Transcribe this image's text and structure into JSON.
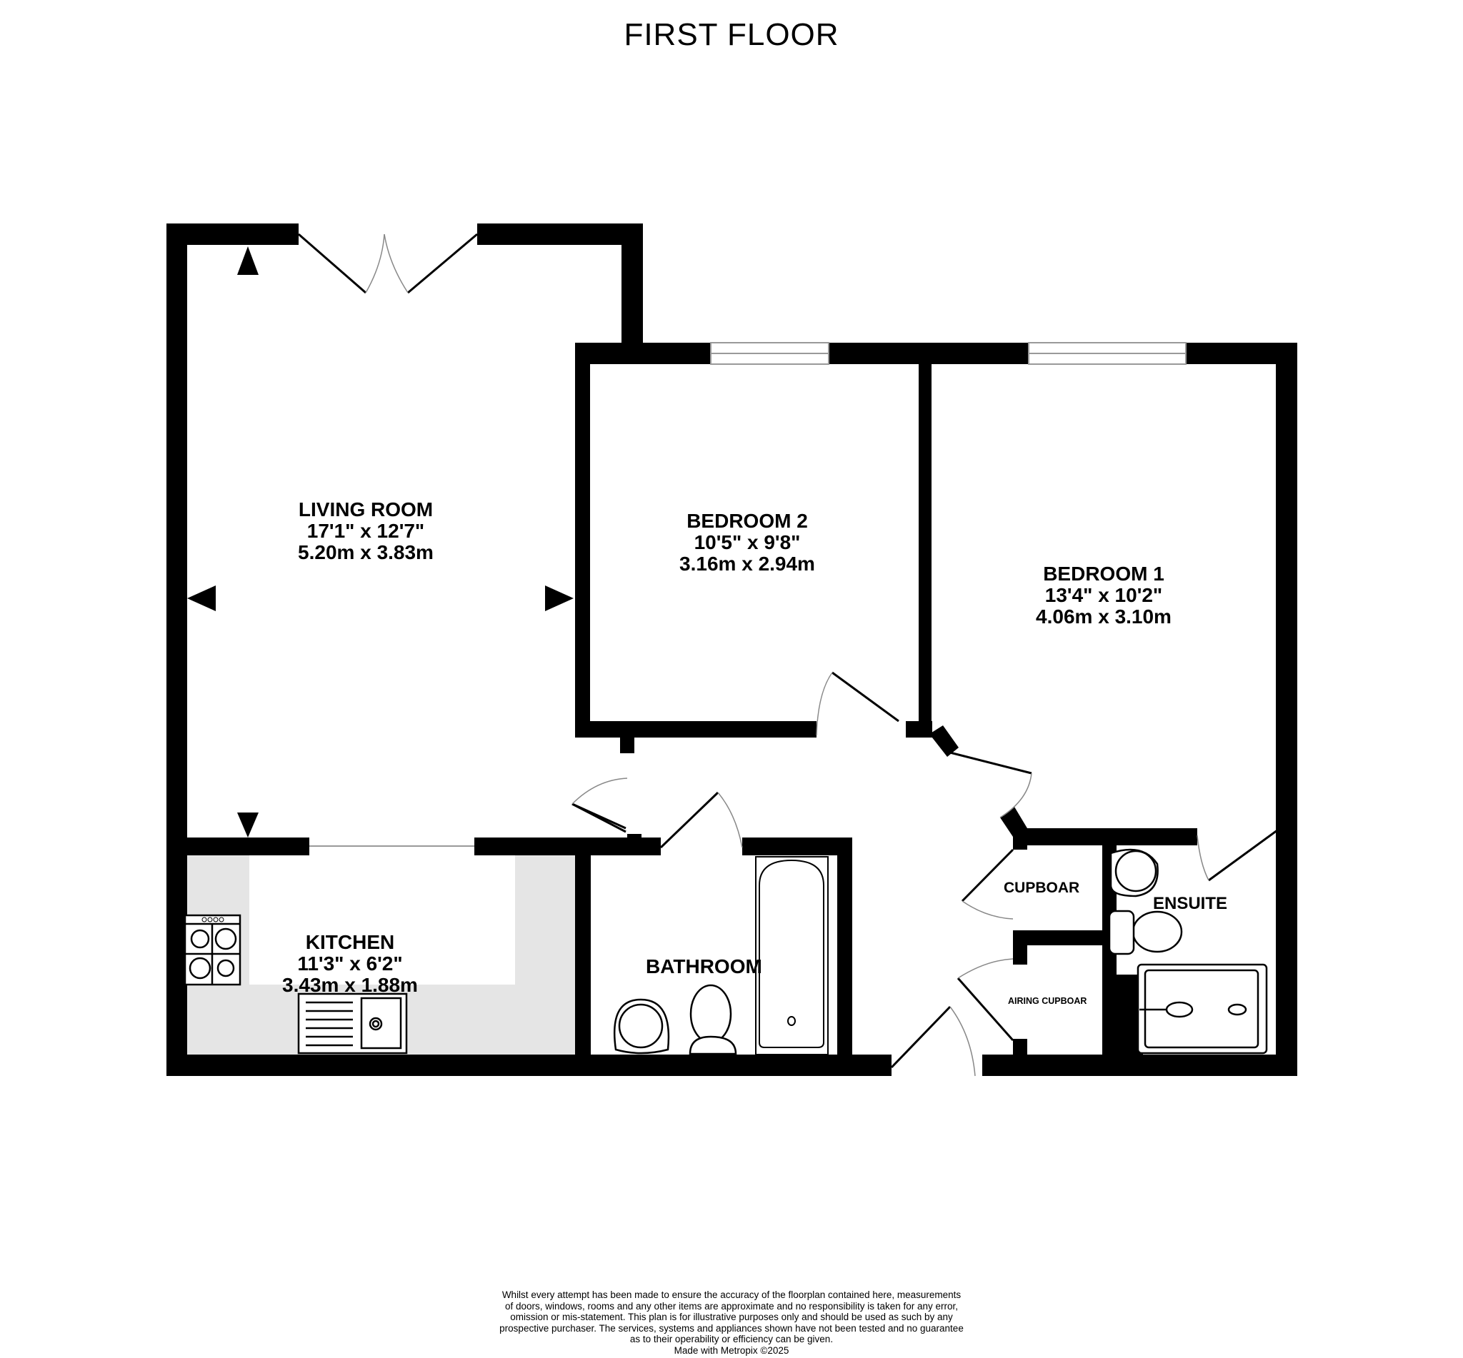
{
  "floor_title": "FIRST FLOOR",
  "rooms": [
    {
      "name": "LIVING ROOM",
      "imperial": "17'1\"  x 12'7\"",
      "metric": "5.20m  x 3.83m"
    },
    {
      "name": "BEDROOM 2",
      "imperial": "10'5\"  x 9'8\"",
      "metric": "3.16m  x 2.94m"
    },
    {
      "name": "BEDROOM 1",
      "imperial": "13'4\"  x 10'2\"",
      "metric": "4.06m  x 3.10m"
    },
    {
      "name": "KITCHEN",
      "imperial": "11'3\"  x 6'2\"",
      "metric": "3.43m  x 1.88m"
    },
    {
      "name": "BATHROOM"
    },
    {
      "name": "CUPBOAR"
    },
    {
      "name": "ENSUITE"
    },
    {
      "name": "AIRING CUPBOAR"
    }
  ],
  "fixtures": [
    "hob-icon",
    "sink-icon",
    "basin-icon",
    "toilet-icon",
    "bath-icon",
    "shower-tray-icon",
    "window-icon",
    "door-icon"
  ],
  "colors": {
    "wall": "#000000",
    "worktop": "#e5e5e5",
    "window": "#999999",
    "background": "#ffffff"
  },
  "disclaimer": {
    "lines": [
      "Whilst every attempt has been made to ensure the accuracy of the floorplan contained here, measurements",
      "of doors, windows, rooms and any other items are approximate and no responsibility is taken for any error,",
      "omission or mis-statement. This plan is for illustrative purposes only and should be used as such by any",
      "prospective purchaser. The services, systems and appliances shown have not been tested and no guarantee",
      "as to their operability or efficiency can be given.",
      "Made with Metropix ©2025"
    ]
  }
}
